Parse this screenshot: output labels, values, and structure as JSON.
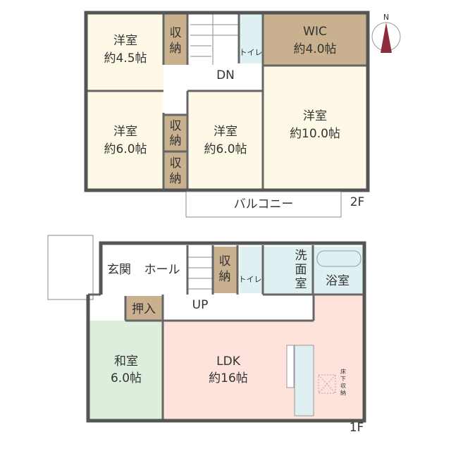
{
  "compass": {
    "label": "N"
  },
  "colors": {
    "western_room": "#fdf9e6",
    "storage": "#c9b08e",
    "water": "#dff0f3",
    "japanese_room": "#ddeedd",
    "ldk": "#fde3dc",
    "wall": "#555555"
  },
  "floor2": {
    "label": "2F",
    "rooms": {
      "r45": {
        "name": "洋室",
        "area": "約4.5帖"
      },
      "storage1": {
        "l1": "収",
        "l2": "納"
      },
      "toilet": {
        "name": "トイレ"
      },
      "wic": {
        "name": "WIC",
        "area": "約4.0帖"
      },
      "hall": {
        "stairs": "DN"
      },
      "r6a": {
        "name": "洋室",
        "area": "約6.0帖"
      },
      "storage2": {
        "l1": "収",
        "l2": "納"
      },
      "storage3": {
        "l1": "収",
        "l2": "納"
      },
      "r6b": {
        "name": "洋室",
        "area": "約6.0帖"
      },
      "r10": {
        "name": "洋室",
        "area": "約10.0帖"
      },
      "balcony": {
        "name": "バルコニー"
      }
    }
  },
  "floor1": {
    "label": "1F",
    "rooms": {
      "entrance": {
        "name": "玄関"
      },
      "hall": {
        "name": "ホール",
        "stairs": "UP"
      },
      "storage": {
        "l1": "収",
        "l2": "納"
      },
      "toilet": {
        "name": "トイレ"
      },
      "washroom": {
        "l1": "洗",
        "l2": "面",
        "l3": "室"
      },
      "bath": {
        "name": "浴室"
      },
      "closet": {
        "name": "押入"
      },
      "washitsu": {
        "name": "和室",
        "area": "6.0帖"
      },
      "ldk": {
        "name": "LDK",
        "area": "約16帖"
      },
      "underfloor": {
        "l1": "床",
        "l2": "下",
        "l3": "収",
        "l4": "納"
      }
    }
  }
}
